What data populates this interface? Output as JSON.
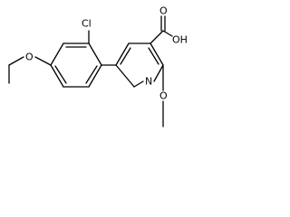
{
  "molecule": {
    "atoms": {
      "chlorine": "Cl",
      "hydroxyl": "OH",
      "carbonyl_oxygen": "O",
      "ethoxy_oxygen": "O",
      "methoxy_oxygen": "O",
      "ring_nitrogen": "N"
    }
  }
}
